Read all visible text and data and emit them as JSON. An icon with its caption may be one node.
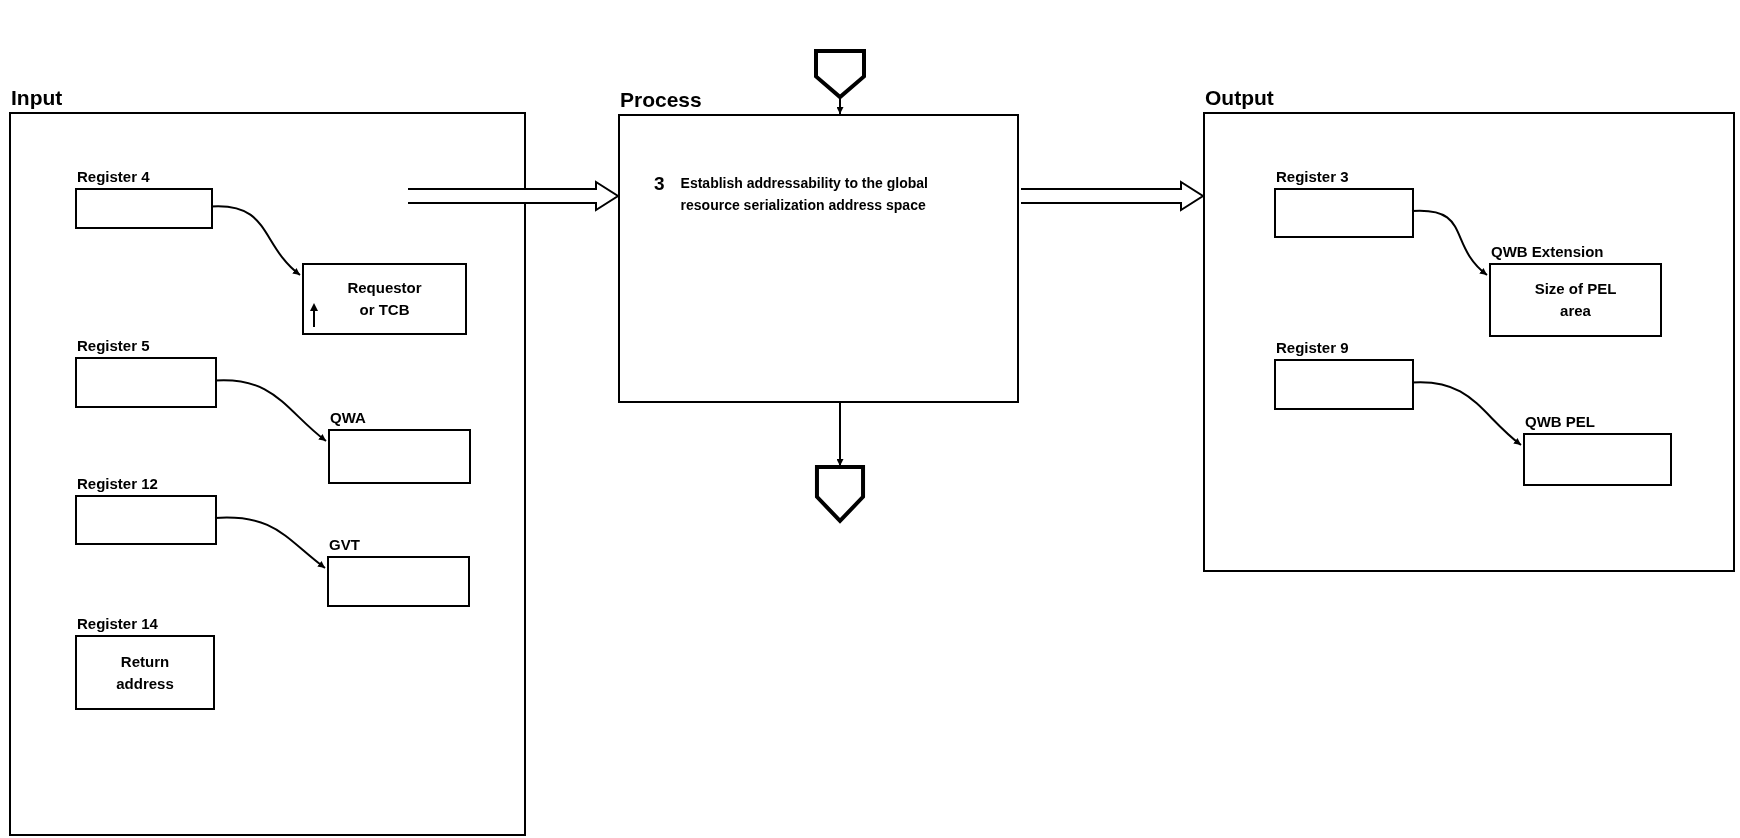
{
  "diagram": {
    "nodes": [
      {
        "text": [
          "Input"
        ]
      },
      {
        "text": [
          "Register 4"
        ],
        "in": 0
      },
      {
        "text": [
          "Requestor or TCB"
        ],
        "in": 0
      },
      {
        "text": [
          "Register 5"
        ],
        "in": 0
      },
      {
        "text": [
          "QWA"
        ],
        "in": 0
      },
      {
        "text": [
          "Register 12"
        ],
        "in": 0
      },
      {
        "text": [
          "GVT"
        ],
        "in": 0
      },
      {
        "text": [
          "Register 14",
          "Return address"
        ],
        "in": 0
      },
      {
        "text": [
          "Process",
          "3",
          "Establish addressability to the global resource serialization address space"
        ]
      },
      {
        "text": [],
        "shape": "pentagon"
      },
      {
        "text": [],
        "shape": "pentagon"
      },
      {
        "text": [
          "Output"
        ]
      },
      {
        "text": [
          "Register 3"
        ],
        "in": 11
      },
      {
        "text": [
          "QWB Extension",
          "Size of PEL area"
        ],
        "in": 11
      },
      {
        "text": [
          "Register 9"
        ],
        "in": 11
      },
      {
        "text": [
          "QWB PEL"
        ],
        "in": 11
      }
    ],
    "edges": [
      {
        "from": 1,
        "to": 2,
        "arrow": "to"
      },
      {
        "from": 3,
        "to": 4,
        "arrow": "to"
      },
      {
        "from": 5,
        "to": 6,
        "arrow": "to"
      },
      {
        "from": 0,
        "to": 8,
        "arrow": "to",
        "style": "thick"
      },
      {
        "from": 9,
        "to": 8,
        "arrow": "to"
      },
      {
        "from": 8,
        "to": 10,
        "arrow": "to"
      },
      {
        "from": 8,
        "to": 11,
        "arrow": "to",
        "style": "thick"
      },
      {
        "from": 12,
        "to": 13,
        "arrow": "to"
      },
      {
        "from": 14,
        "to": 15,
        "arrow": "to"
      }
    ]
  }
}
